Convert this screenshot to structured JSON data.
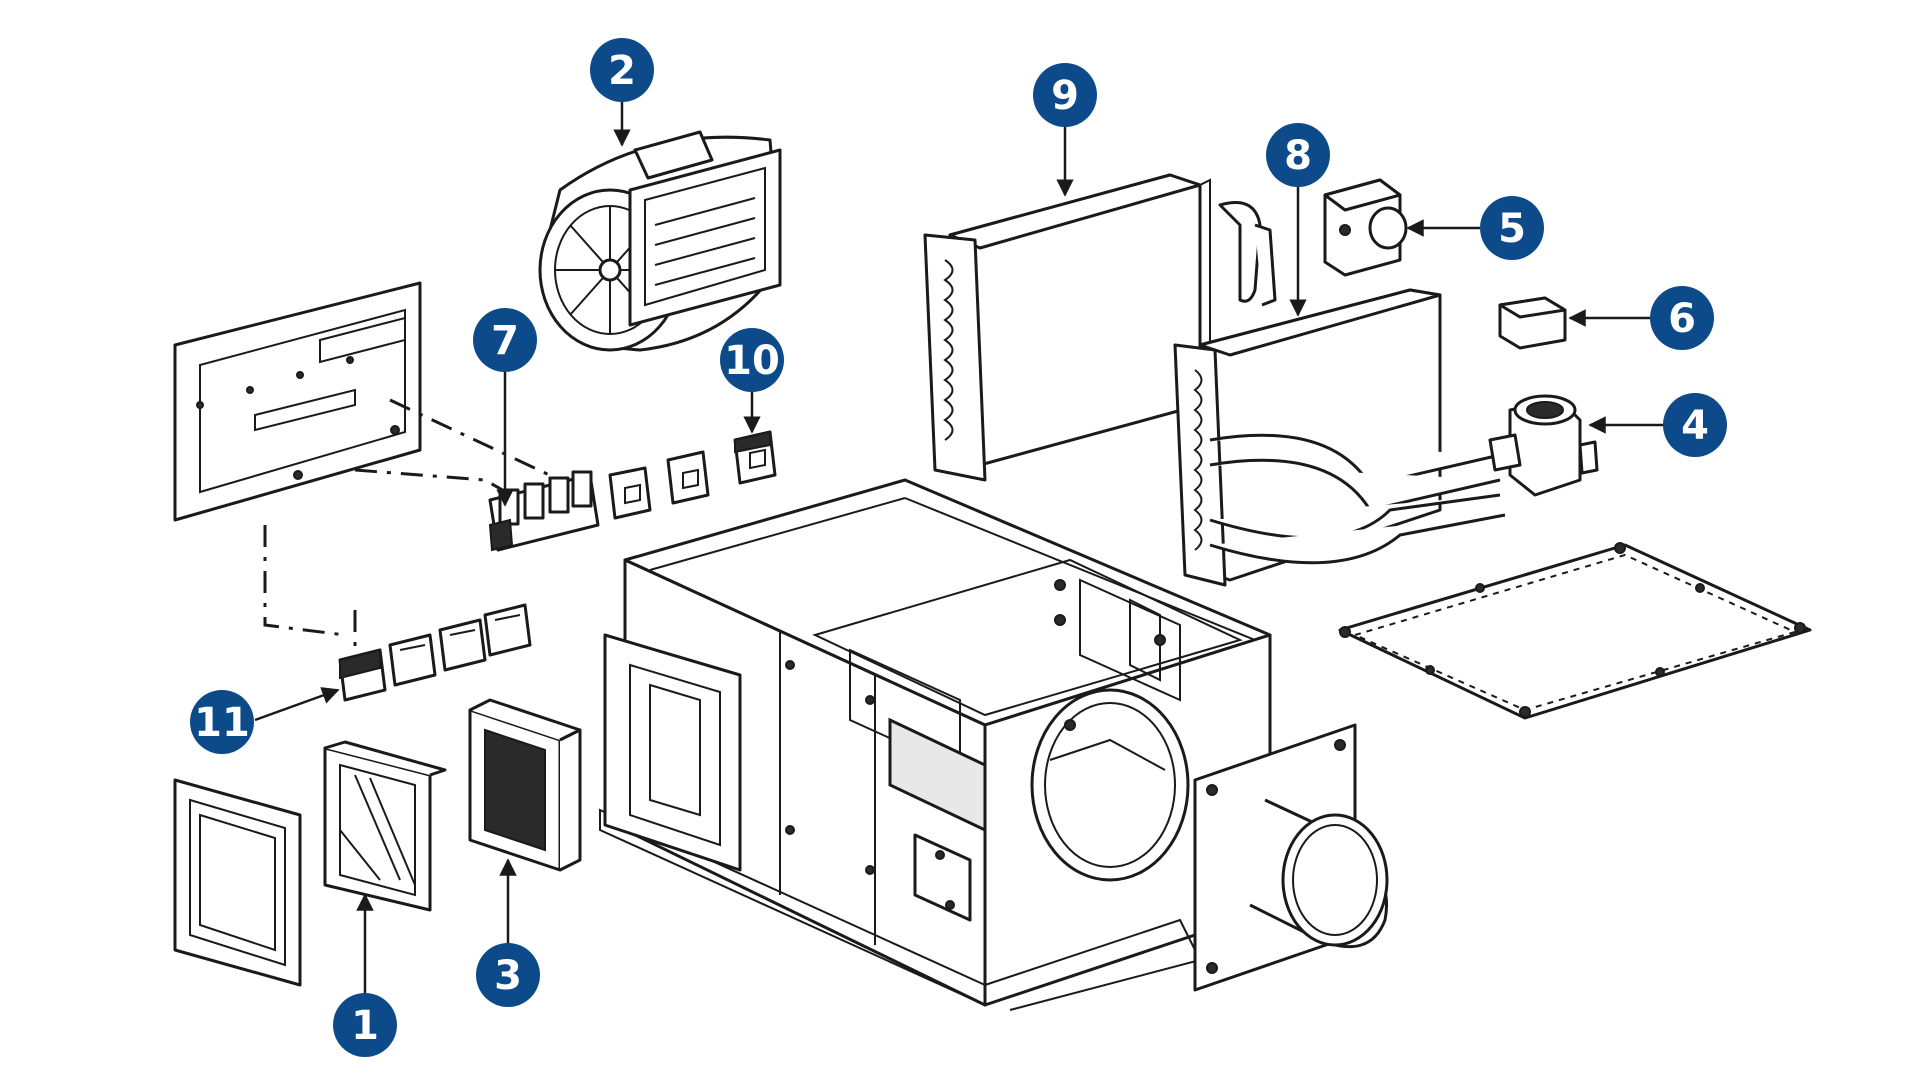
{
  "colors": {
    "badge": "#0d4a8a",
    "badge_text": "#ffffff",
    "line": "#1a1a1a"
  },
  "callouts": [
    {
      "id": "c1",
      "label": "1"
    },
    {
      "id": "c2",
      "label": "2"
    },
    {
      "id": "c3",
      "label": "3"
    },
    {
      "id": "c4",
      "label": "4"
    },
    {
      "id": "c5",
      "label": "5"
    },
    {
      "id": "c6",
      "label": "6"
    },
    {
      "id": "c7",
      "label": "7"
    },
    {
      "id": "c8",
      "label": "8"
    },
    {
      "id": "c9",
      "label": "9"
    },
    {
      "id": "c10",
      "label": "10"
    },
    {
      "id": "c11",
      "label": "11"
    }
  ]
}
